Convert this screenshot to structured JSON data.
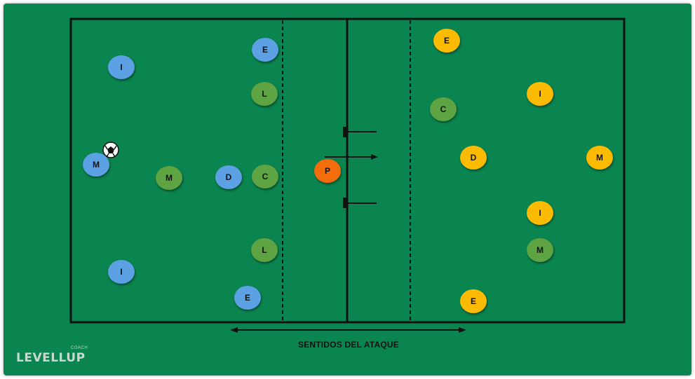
{
  "colors": {
    "field": "#0b8550",
    "lines": "#111111",
    "team_blue": "#5ca1e3",
    "team_green": "#5fa443",
    "team_yellow": "#fcbb00",
    "pivot_orange": "#f46d0d"
  },
  "caption": "SENTIDOS DEL ATAQUE",
  "logo": {
    "text": "LEVELLUP",
    "sub": "COACH"
  },
  "players": [
    {
      "label": "I",
      "team": "blue"
    },
    {
      "label": "E",
      "team": "blue"
    },
    {
      "label": "M",
      "team": "blue"
    },
    {
      "label": "D",
      "team": "blue"
    },
    {
      "label": "I",
      "team": "blue"
    },
    {
      "label": "E",
      "team": "blue"
    },
    {
      "label": "L",
      "team": "green"
    },
    {
      "label": "M",
      "team": "green"
    },
    {
      "label": "C",
      "team": "green"
    },
    {
      "label": "L",
      "team": "green"
    },
    {
      "label": "C",
      "team": "green"
    },
    {
      "label": "M",
      "team": "green"
    },
    {
      "label": "P",
      "team": "orange"
    },
    {
      "label": "E",
      "team": "yellow"
    },
    {
      "label": "I",
      "team": "yellow"
    },
    {
      "label": "D",
      "team": "yellow"
    },
    {
      "label": "M",
      "team": "yellow"
    },
    {
      "label": "I",
      "team": "yellow"
    },
    {
      "label": "E",
      "team": "yellow"
    }
  ],
  "ball": {
    "icon": "soccer-ball-icon"
  }
}
